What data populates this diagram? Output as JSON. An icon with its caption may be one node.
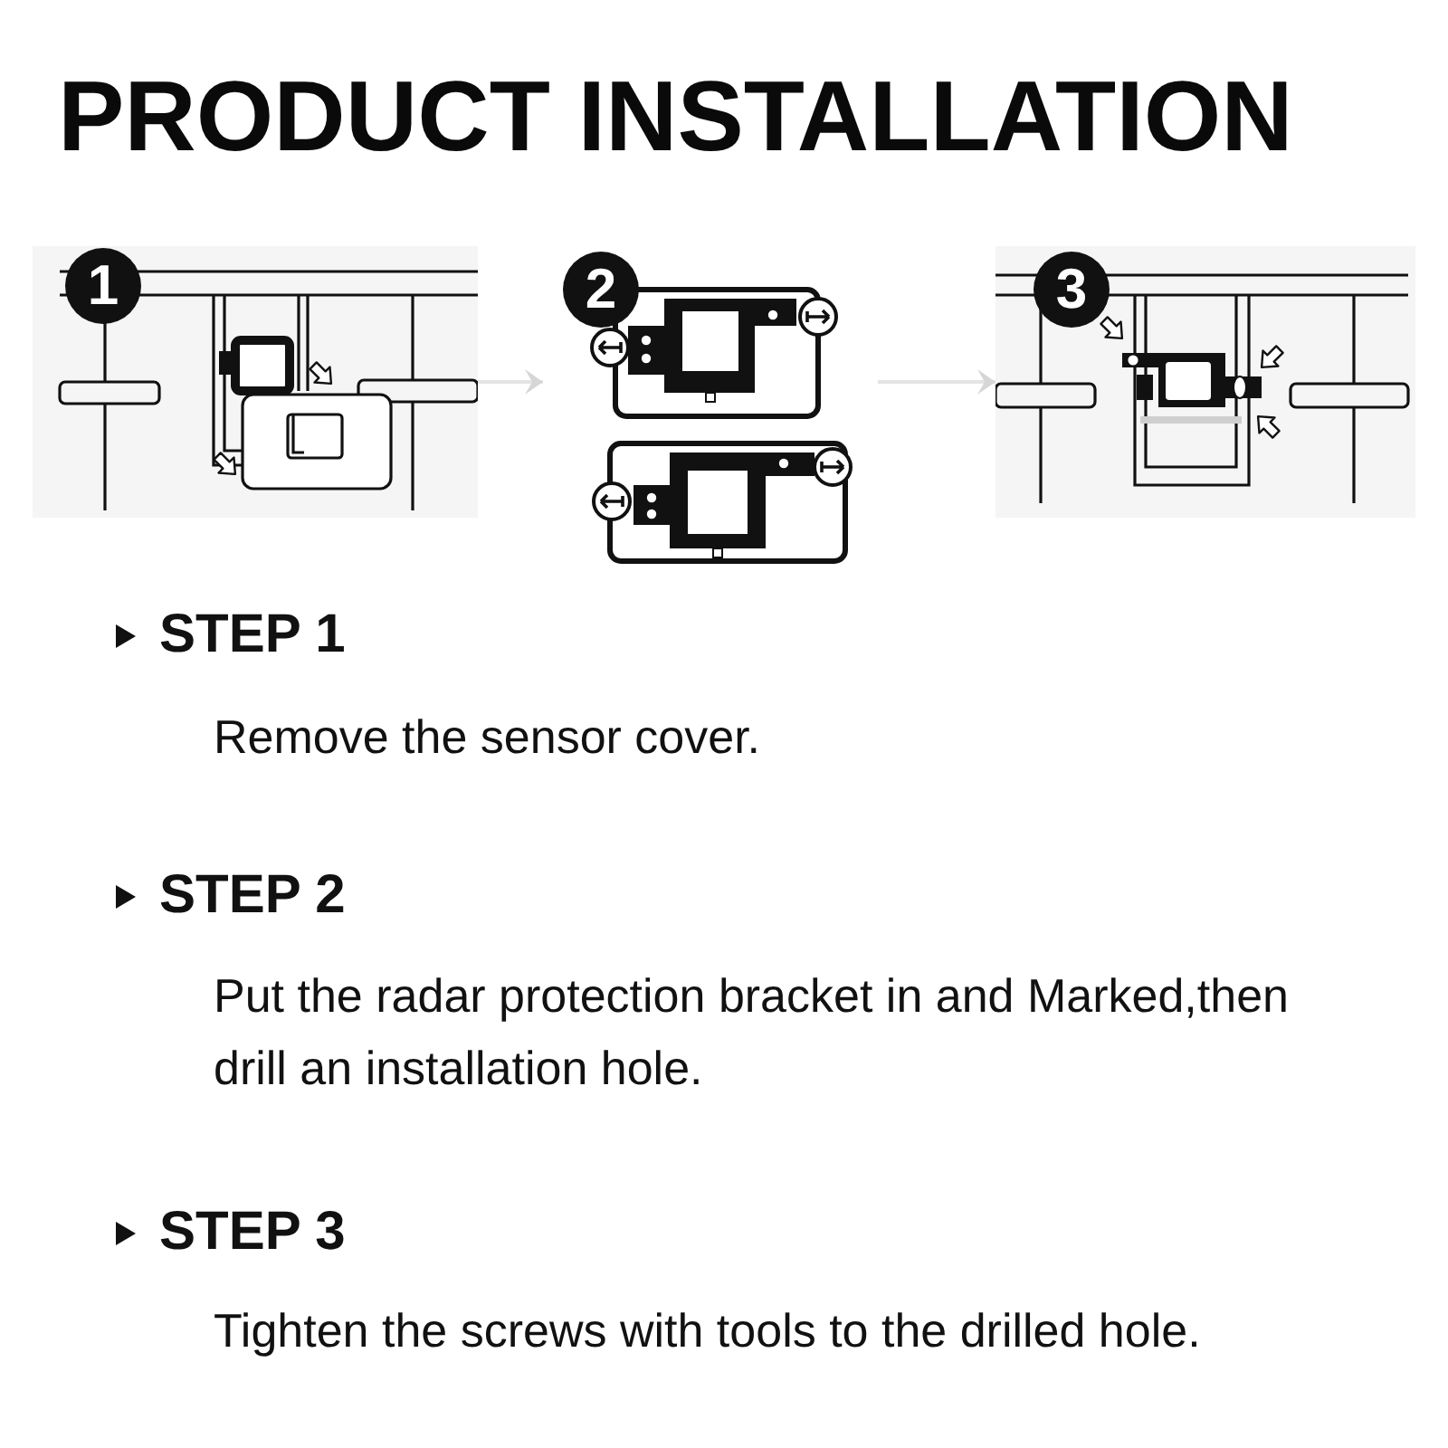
{
  "diagram": {
    "title": "PRODUCT INSTALLATION",
    "nodes": [
      {
        "text": [
          "1"
        ]
      },
      {
        "text": [
          "2"
        ]
      },
      {
        "text": [
          "3"
        ]
      }
    ],
    "edges": [
      {
        "from": 0,
        "to": 1,
        "arrow": "to"
      },
      {
        "from": 1,
        "to": 2,
        "arrow": "to"
      }
    ],
    "labels": [
      "STEP 1",
      "Remove the sensor cover.",
      "STEP 2",
      "Put the radar protection bracket in and Marked,then drill an installation hole.",
      "STEP 3",
      "Tighten the screws with tools to the drilled hole."
    ]
  }
}
